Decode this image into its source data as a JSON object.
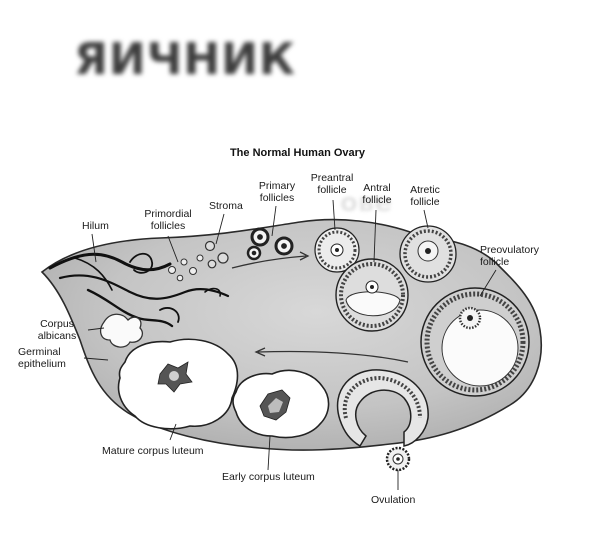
{
  "heading": "ЯИЧНИК",
  "diagram": {
    "title": "The Normal Human Ovary",
    "labels": {
      "hilum": "Hilum",
      "primordial": [
        "Primordial",
        "follicles"
      ],
      "stroma": "Stroma",
      "primary": [
        "Primary",
        "follicles"
      ],
      "preantral": [
        "Preantral",
        "follicle"
      ],
      "antral": [
        "Antral",
        "follicle"
      ],
      "atretic": [
        "Atretic",
        "follicle"
      ],
      "preovulatory": [
        "Preovulatory",
        "follicle"
      ],
      "corpus_albicans": [
        "Corpus",
        "albicans"
      ],
      "germinal": [
        "Germinal",
        "epithelium"
      ],
      "mature_cl": "Mature corpus luteum",
      "early_cl": "Early corpus luteum",
      "ovulation": "Ovulation"
    }
  }
}
